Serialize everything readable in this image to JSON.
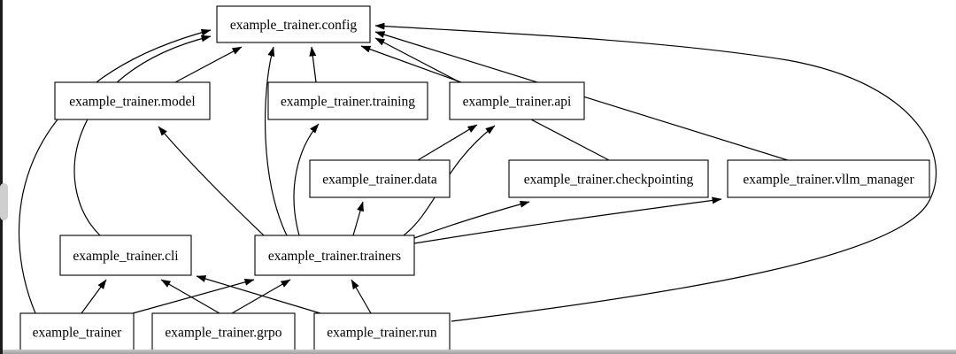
{
  "graph": {
    "type": "module-dependency-graph",
    "nodes": {
      "config": {
        "label": "example_trainer.config"
      },
      "model": {
        "label": "example_trainer.model"
      },
      "training": {
        "label": "example_trainer.training"
      },
      "api": {
        "label": "example_trainer.api"
      },
      "data": {
        "label": "example_trainer.data"
      },
      "checkpointing": {
        "label": "example_trainer.checkpointing"
      },
      "vllm_manager": {
        "label": "example_trainer.vllm_manager"
      },
      "cli": {
        "label": "example_trainer.cli"
      },
      "trainers": {
        "label": "example_trainer.trainers"
      },
      "root": {
        "label": "example_trainer"
      },
      "grpo": {
        "label": "example_trainer.grpo"
      },
      "run": {
        "label": "example_trainer.run"
      }
    },
    "edges": [
      {
        "from": "example_trainer",
        "to": "example_trainer.config"
      },
      {
        "from": "example_trainer",
        "to": "example_trainer.cli"
      },
      {
        "from": "example_trainer",
        "to": "example_trainer.trainers"
      },
      {
        "from": "example_trainer.cli",
        "to": "example_trainer.config"
      },
      {
        "from": "example_trainer.grpo",
        "to": "example_trainer.cli"
      },
      {
        "from": "example_trainer.grpo",
        "to": "example_trainer.trainers"
      },
      {
        "from": "example_trainer.run",
        "to": "example_trainer.config"
      },
      {
        "from": "example_trainer.run",
        "to": "example_trainer.cli"
      },
      {
        "from": "example_trainer.run",
        "to": "example_trainer.trainers"
      },
      {
        "from": "example_trainer.trainers",
        "to": "example_trainer.config"
      },
      {
        "from": "example_trainer.trainers",
        "to": "example_trainer.model"
      },
      {
        "from": "example_trainer.trainers",
        "to": "example_trainer.training"
      },
      {
        "from": "example_trainer.trainers",
        "to": "example_trainer.api"
      },
      {
        "from": "example_trainer.trainers",
        "to": "example_trainer.data"
      },
      {
        "from": "example_trainer.trainers",
        "to": "example_trainer.checkpointing"
      },
      {
        "from": "example_trainer.trainers",
        "to": "example_trainer.vllm_manager"
      },
      {
        "from": "example_trainer.model",
        "to": "example_trainer.config"
      },
      {
        "from": "example_trainer.training",
        "to": "example_trainer.config"
      },
      {
        "from": "example_trainer.api",
        "to": "example_trainer.config"
      },
      {
        "from": "example_trainer.checkpointing",
        "to": "example_trainer.config"
      },
      {
        "from": "example_trainer.vllm_manager",
        "to": "example_trainer.config"
      },
      {
        "from": "example_trainer.data",
        "to": "example_trainer.api"
      }
    ],
    "colors": {
      "background": "#ffffff",
      "node_fill": "#ffffff",
      "node_border": "#000000",
      "edge": "#000000",
      "text": "#000000"
    }
  }
}
